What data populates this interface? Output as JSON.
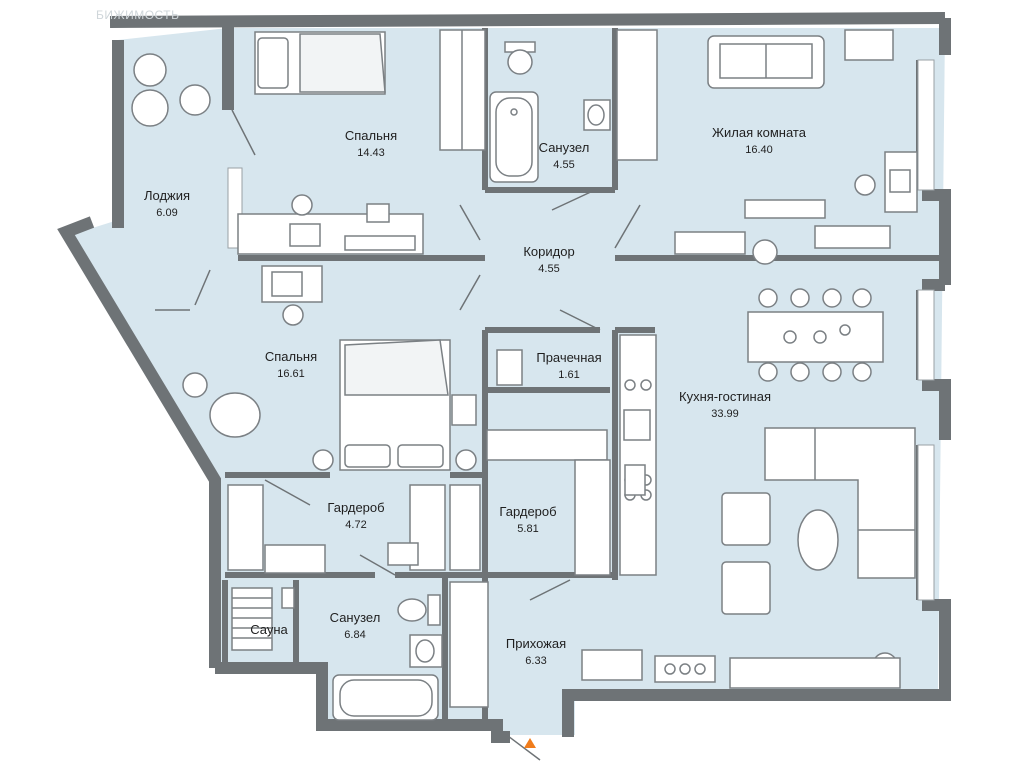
{
  "watermark": "БИЖИМОСТЬ",
  "colors": {
    "floor": "#d7e6ee",
    "wall": "#6e7376",
    "furniture": "#ffffff",
    "line": "#7b8084",
    "entrance": "#f07c1b"
  },
  "rooms": {
    "bedroom1": {
      "name": "Спальня",
      "area": "14.43"
    },
    "bathroom1": {
      "name": "Санузел",
      "area": "4.55"
    },
    "living_room": {
      "name": "Жилая комната",
      "area": "16.40"
    },
    "loggia": {
      "name": "Лоджия",
      "area": "6.09"
    },
    "corridor": {
      "name": "Коридор",
      "area": "4.55"
    },
    "bedroom2": {
      "name": "Спальня",
      "area": "16.61"
    },
    "laundry": {
      "name": "Прачечная",
      "area": "1.61"
    },
    "kitchen_living": {
      "name": "Кухня-гостиная",
      "area": "33.99"
    },
    "wardrobe1": {
      "name": "Гардероб",
      "area": "4.72"
    },
    "wardrobe2": {
      "name": "Гардероб",
      "area": "5.81"
    },
    "sauna": {
      "name": "Сауна"
    },
    "bathroom2": {
      "name": "Санузел",
      "area": "6.84"
    },
    "hallway": {
      "name": "Прихожая",
      "area": "6.33"
    }
  },
  "icons": [
    "bed-icon",
    "double-bed-icon",
    "bathtub-icon",
    "toilet-icon",
    "sink-icon",
    "sofa-icon",
    "desk-icon",
    "chair-icon",
    "dining-table-icon",
    "armchair-icon",
    "plant-icon",
    "stove-icon",
    "wardrobe-icon",
    "entrance-arrow-icon",
    "washing-machine-icon"
  ]
}
